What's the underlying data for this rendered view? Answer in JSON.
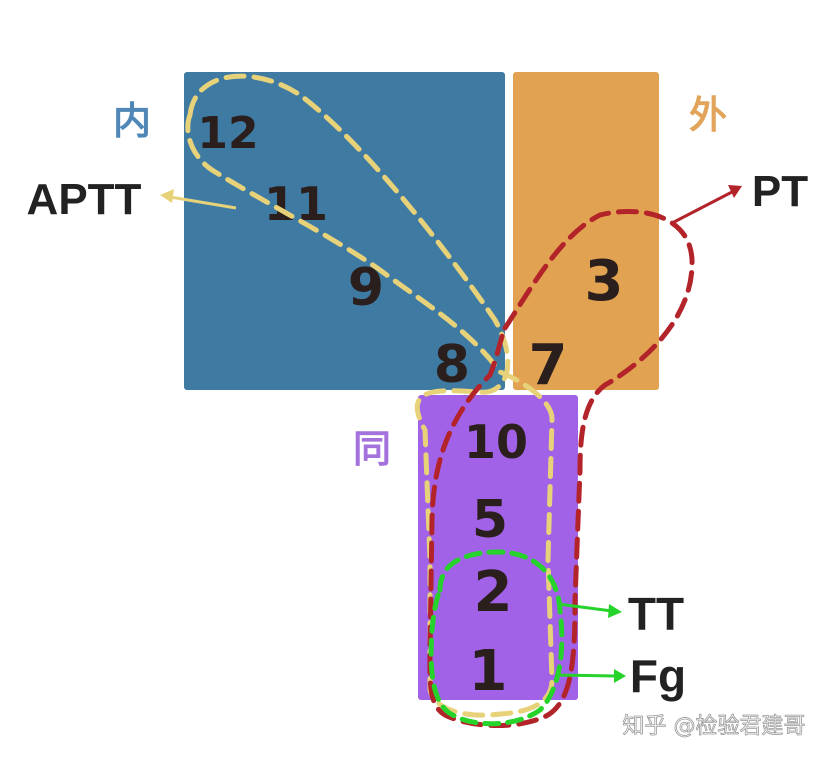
{
  "labels": {
    "intrinsic": "内",
    "extrinsic": "外",
    "common": "同",
    "aptt": "APTT",
    "pt": "PT",
    "tt": "TT",
    "fg": "Fg",
    "watermark": "知乎 @检验君建哥"
  },
  "factors": {
    "intrinsic": [
      "12",
      "11",
      "9",
      "8"
    ],
    "extrinsic": [
      "3",
      "7"
    ],
    "common": [
      "10",
      "5",
      "2",
      "1"
    ]
  },
  "colors": {
    "intrinsic_box": "#3f7aa3",
    "extrinsic_box": "#e1a352",
    "common_box": "#a262e8",
    "aptt_outline": "#e7d27a",
    "pt_outline": "#b3232a",
    "tt_outline": "#26d32b",
    "numbers": "#2a1f1c",
    "label_dark": "#222222",
    "intrinsic_text": "#4f88b6",
    "extrinsic_text": "#e2a45a",
    "common_text": "#a472dc"
  }
}
